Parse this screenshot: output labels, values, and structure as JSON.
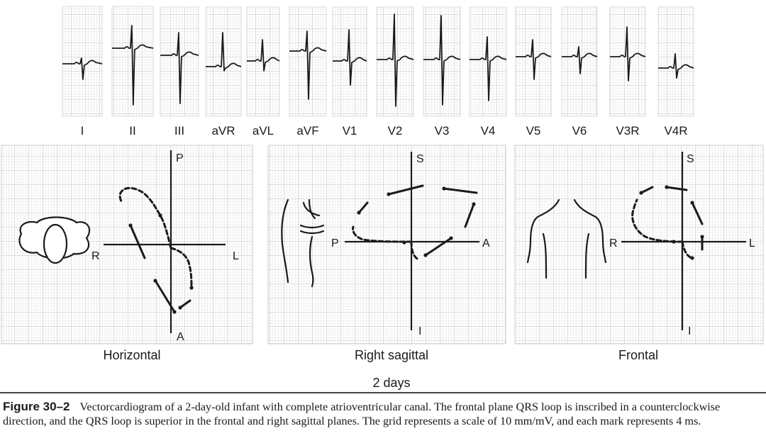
{
  "ecg": {
    "leads": [
      "I",
      "II",
      "III",
      "aVR",
      "aVL",
      "aVF",
      "V1",
      "V2",
      "V3",
      "V4",
      "V5",
      "V6",
      "V3R",
      "V4R"
    ]
  },
  "vcg": {
    "panels": [
      {
        "id": "horizontal",
        "label": "Horizontal",
        "axes": {
          "top": "P",
          "bottom": "A",
          "left": "R",
          "right": "L"
        }
      },
      {
        "id": "right-sagittal",
        "label": "Right sagittal",
        "axes": {
          "top": "S",
          "bottom": "I",
          "left": "P",
          "right": "A"
        }
      },
      {
        "id": "frontal",
        "label": "Frontal",
        "axes": {
          "top": "S",
          "bottom": "I",
          "left": "R",
          "right": "L"
        }
      }
    ],
    "age_label": "2 days"
  },
  "caption": {
    "figure_number": "Figure 30–2",
    "text": "Vectorcardiogram of a 2-day-old infant with complete atrioventricular canal. The frontal plane QRS loop is inscribed in a counterclockwise direction, and the QRS loop is superior in the frontal and right sagittal planes. The grid represents a scale of 10 mm/mV, and each mark represents 4 ms."
  },
  "colors": {
    "ink": "#1a1a1a",
    "grid": "#c8c8c8",
    "rule": "#444444"
  }
}
